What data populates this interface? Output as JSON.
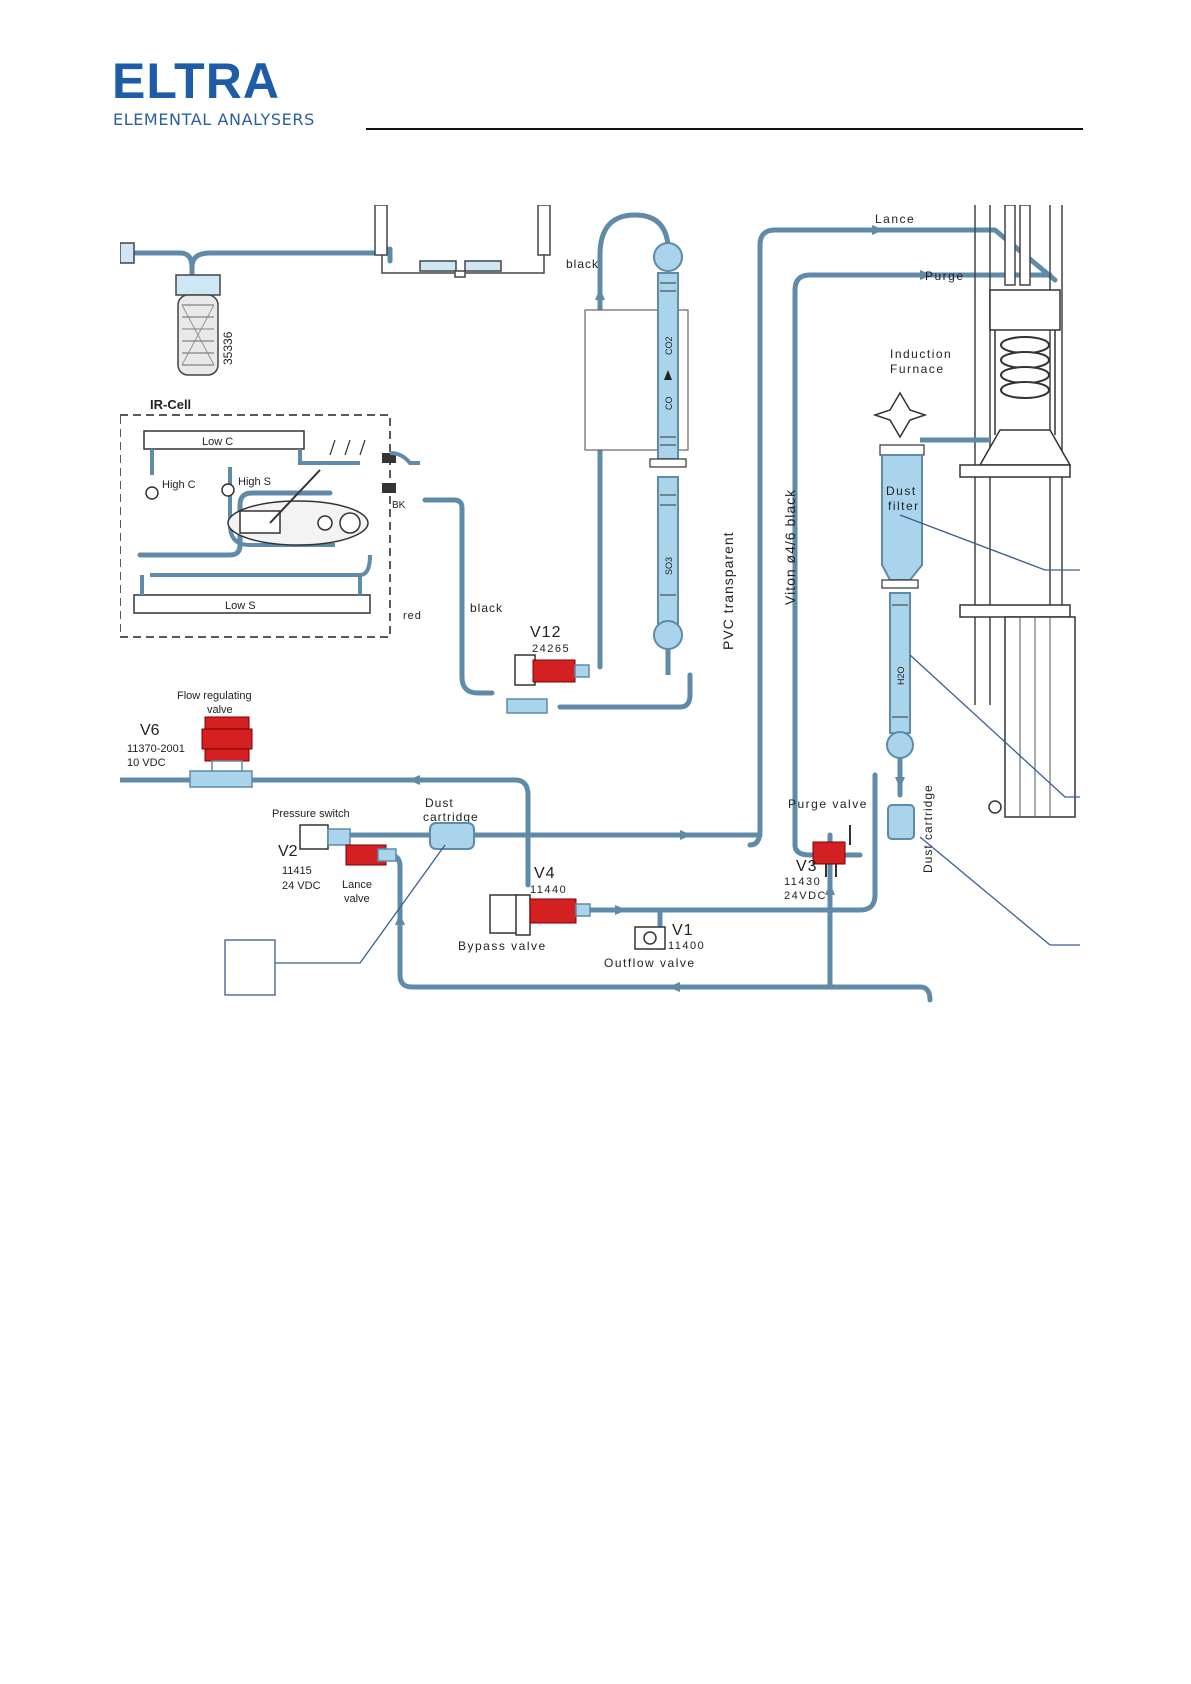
{
  "header": {
    "logo_word": "ELTRA",
    "logo_sub": "ELEMENTAL ANALYSERS"
  },
  "colors": {
    "brand_blue": "#1f5ca8",
    "brand_sub": "#2a5ea3",
    "tube": "#5f8aa8",
    "tube_fill": "#a9d4ec",
    "valve_red": "#d42020",
    "text": "#222222"
  },
  "labels": {
    "part_35336": "35336",
    "ir_cell": "IR-Cell",
    "low_c": "Low C",
    "high_c": "High C",
    "high_s": "High S",
    "bk": "BK",
    "low_s": "Low S",
    "red": "red",
    "black_top": "black",
    "black_mid": "black",
    "co2": "CO2",
    "co": "CO",
    "so3": "SO3",
    "h2o": "H2O",
    "pvc": "PVC transparent",
    "viton": "Viton ø4/6 black",
    "lance": "Lance",
    "purge": "Purge",
    "induction_furnace_1": "Induction",
    "induction_furnace_2": "Furnace",
    "dust_filter_1": "Dust",
    "dust_filter_2": "filter",
    "dust_cartridge_right": "Dust cartridge",
    "flow_valve_1": "Flow regulating",
    "flow_valve_2": "valve",
    "v6": "V6",
    "v6_code": "11370-2001",
    "v6_volt": "10 VDC",
    "pressure_switch": "Pressure switch",
    "dust_cartridge_1": "Dust",
    "dust_cartridge_2": "cartridge",
    "v2": "V2",
    "v2_code": "11415",
    "v2_volt": "24 VDC",
    "lance_valve_1": "Lance",
    "lance_valve_2": "valve",
    "v12": "V12",
    "v12_code": "24265",
    "v4": "V4",
    "v4_code": "11440",
    "bypass_valve": "Bypass valve",
    "v1": "V1",
    "v1_code": "11400",
    "outflow_valve": "Outflow valve",
    "purge_valve": "Purge valve",
    "v3": "V3",
    "v3_code": "11430",
    "v3_volt": "24VDC"
  }
}
